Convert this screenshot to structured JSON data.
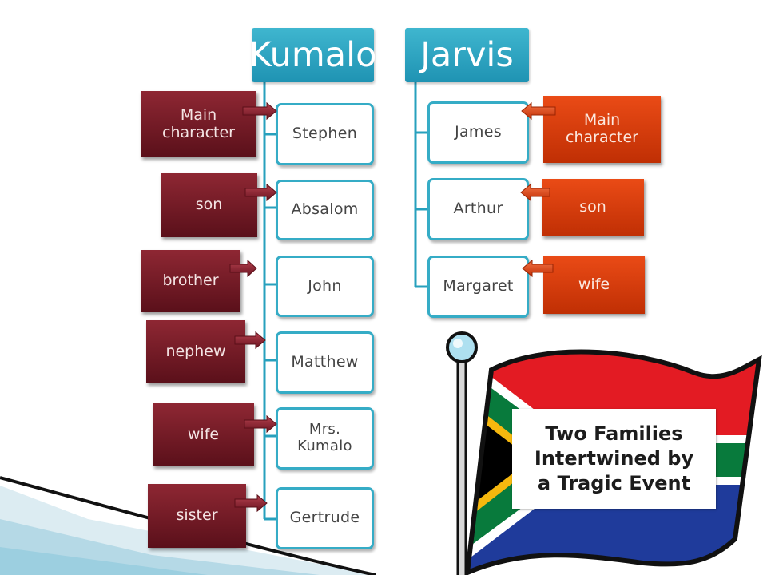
{
  "kumalo": {
    "title": "Kumalo",
    "members": [
      {
        "name": "Stephen",
        "role": "Main character"
      },
      {
        "name": "Absalom",
        "role": "son"
      },
      {
        "name": "John",
        "role": "brother"
      },
      {
        "name": "Matthew",
        "role": "nephew"
      },
      {
        "name": "Mrs. Kumalo",
        "role": "wife"
      },
      {
        "name": "Gertrude",
        "role": "sister"
      }
    ]
  },
  "jarvis": {
    "title": "Jarvis",
    "members": [
      {
        "name": "James",
        "role": "Main character"
      },
      {
        "name": "Arthur",
        "role": "son"
      },
      {
        "name": "Margaret",
        "role": "wife"
      }
    ]
  },
  "flag": {
    "caption_lines": [
      "Two Families",
      "Intertwined by",
      "a Tragic Event"
    ]
  },
  "colors": {
    "header_blue": "#2aa3c0",
    "node_border": "#35acc6",
    "tag_maroon": "#7a1c27",
    "tag_orange": "#e04110"
  }
}
